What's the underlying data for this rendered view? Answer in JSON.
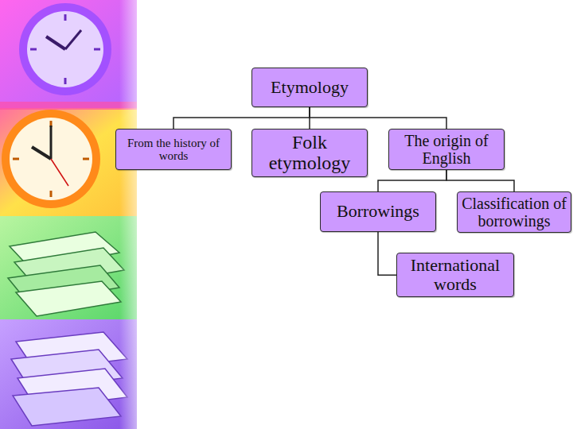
{
  "diagram": {
    "nodes": [
      {
        "text": [
          "Etymology"
        ]
      },
      {
        "text": [
          "From the history of words"
        ]
      },
      {
        "text": [
          "Folk etymology"
        ]
      },
      {
        "text": [
          "The origin of English"
        ]
      },
      {
        "text": [
          "Borrowings"
        ]
      },
      {
        "text": [
          "Classification of borrowings"
        ]
      },
      {
        "text": [
          "International words"
        ]
      }
    ],
    "edges": [
      {
        "from": 0,
        "to": 1,
        "arrow": "none"
      },
      {
        "from": 0,
        "to": 2,
        "arrow": "none"
      },
      {
        "from": 0,
        "to": 3,
        "arrow": "none"
      },
      {
        "from": 3,
        "to": 4,
        "arrow": "none"
      },
      {
        "from": 3,
        "to": 5,
        "arrow": "none"
      },
      {
        "from": 4,
        "to": 6,
        "arrow": "none"
      }
    ]
  }
}
